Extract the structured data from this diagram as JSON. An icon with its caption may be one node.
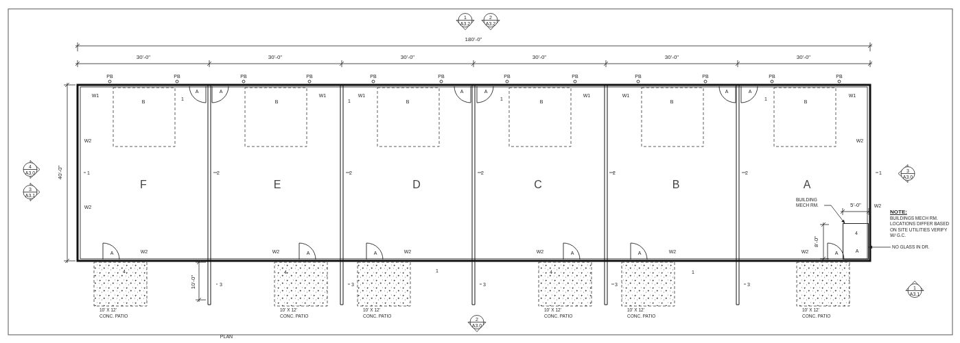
{
  "diagram": {
    "nodes": [
      {
        "text": [
          "BUILDING MECH RM."
        ]
      },
      {
        "text": [],
        "shape": "box"
      },
      {
        "text": [
          "NO GLASS IN DR."
        ]
      }
    ],
    "edges": [
      {
        "from": 0,
        "to": 1,
        "arrow": "to"
      },
      {
        "from": 2,
        "to": 1,
        "arrow": "to"
      }
    ],
    "labels": [
      "1",
      "A3.2",
      "2",
      "A3.2",
      "180'-0\"",
      "30'-0\"",
      "30'-0\"",
      "30'-0\"",
      "30'-0\"",
      "30'-0\"",
      "30'-0\"",
      "4",
      "A3.0",
      "3",
      "A3.1",
      "40'-0\"",
      "PB",
      "PB",
      "PB",
      "PB",
      "PB",
      "PB",
      "PB",
      "PB",
      "PB",
      "PB",
      "PB",
      "PB",
      "W1",
      "B",
      "1",
      "A",
      "A",
      "B",
      "W1",
      "1",
      "W1",
      "B",
      "A",
      "A",
      "1",
      "B",
      "W1",
      "W1",
      "B",
      "A",
      "A",
      "1",
      "B",
      "W1",
      "W2",
      "W2",
      "1",
      "2",
      "2",
      "2",
      "2",
      "2",
      "1",
      "3",
      "A3.0",
      "F",
      "E",
      "D",
      "C",
      "B",
      "A",
      "5'-0\"",
      "W2",
      "W2",
      "NOTE:",
      "BUILDINGS MECH RM. LOCATIONS DIFFER BASED ON SITE UTILITIES VERIFY W/ G.C.",
      "8'-0\"",
      "4",
      "A",
      "W2",
      "W2",
      "A",
      "A",
      "W2",
      "W2",
      "A",
      "A",
      "W2",
      "W2",
      "A",
      "A",
      "4",
      "4",
      "1",
      "4",
      "1",
      "10'-0\"",
      "3",
      "3",
      "3",
      "3",
      "3",
      "1",
      "A3.1",
      "10' X 12'",
      "CONC. PATIO",
      "10' X 12'",
      "CONC. PATIO",
      "10' X 12'",
      "CONC. PATIO",
      "10' X 12'",
      "CONC. PATIO",
      "10' X 12'",
      "CONC. PATIO",
      "10' X 12'",
      "CONC. PATIO",
      "2",
      "A3.0",
      "PLAN"
    ]
  }
}
